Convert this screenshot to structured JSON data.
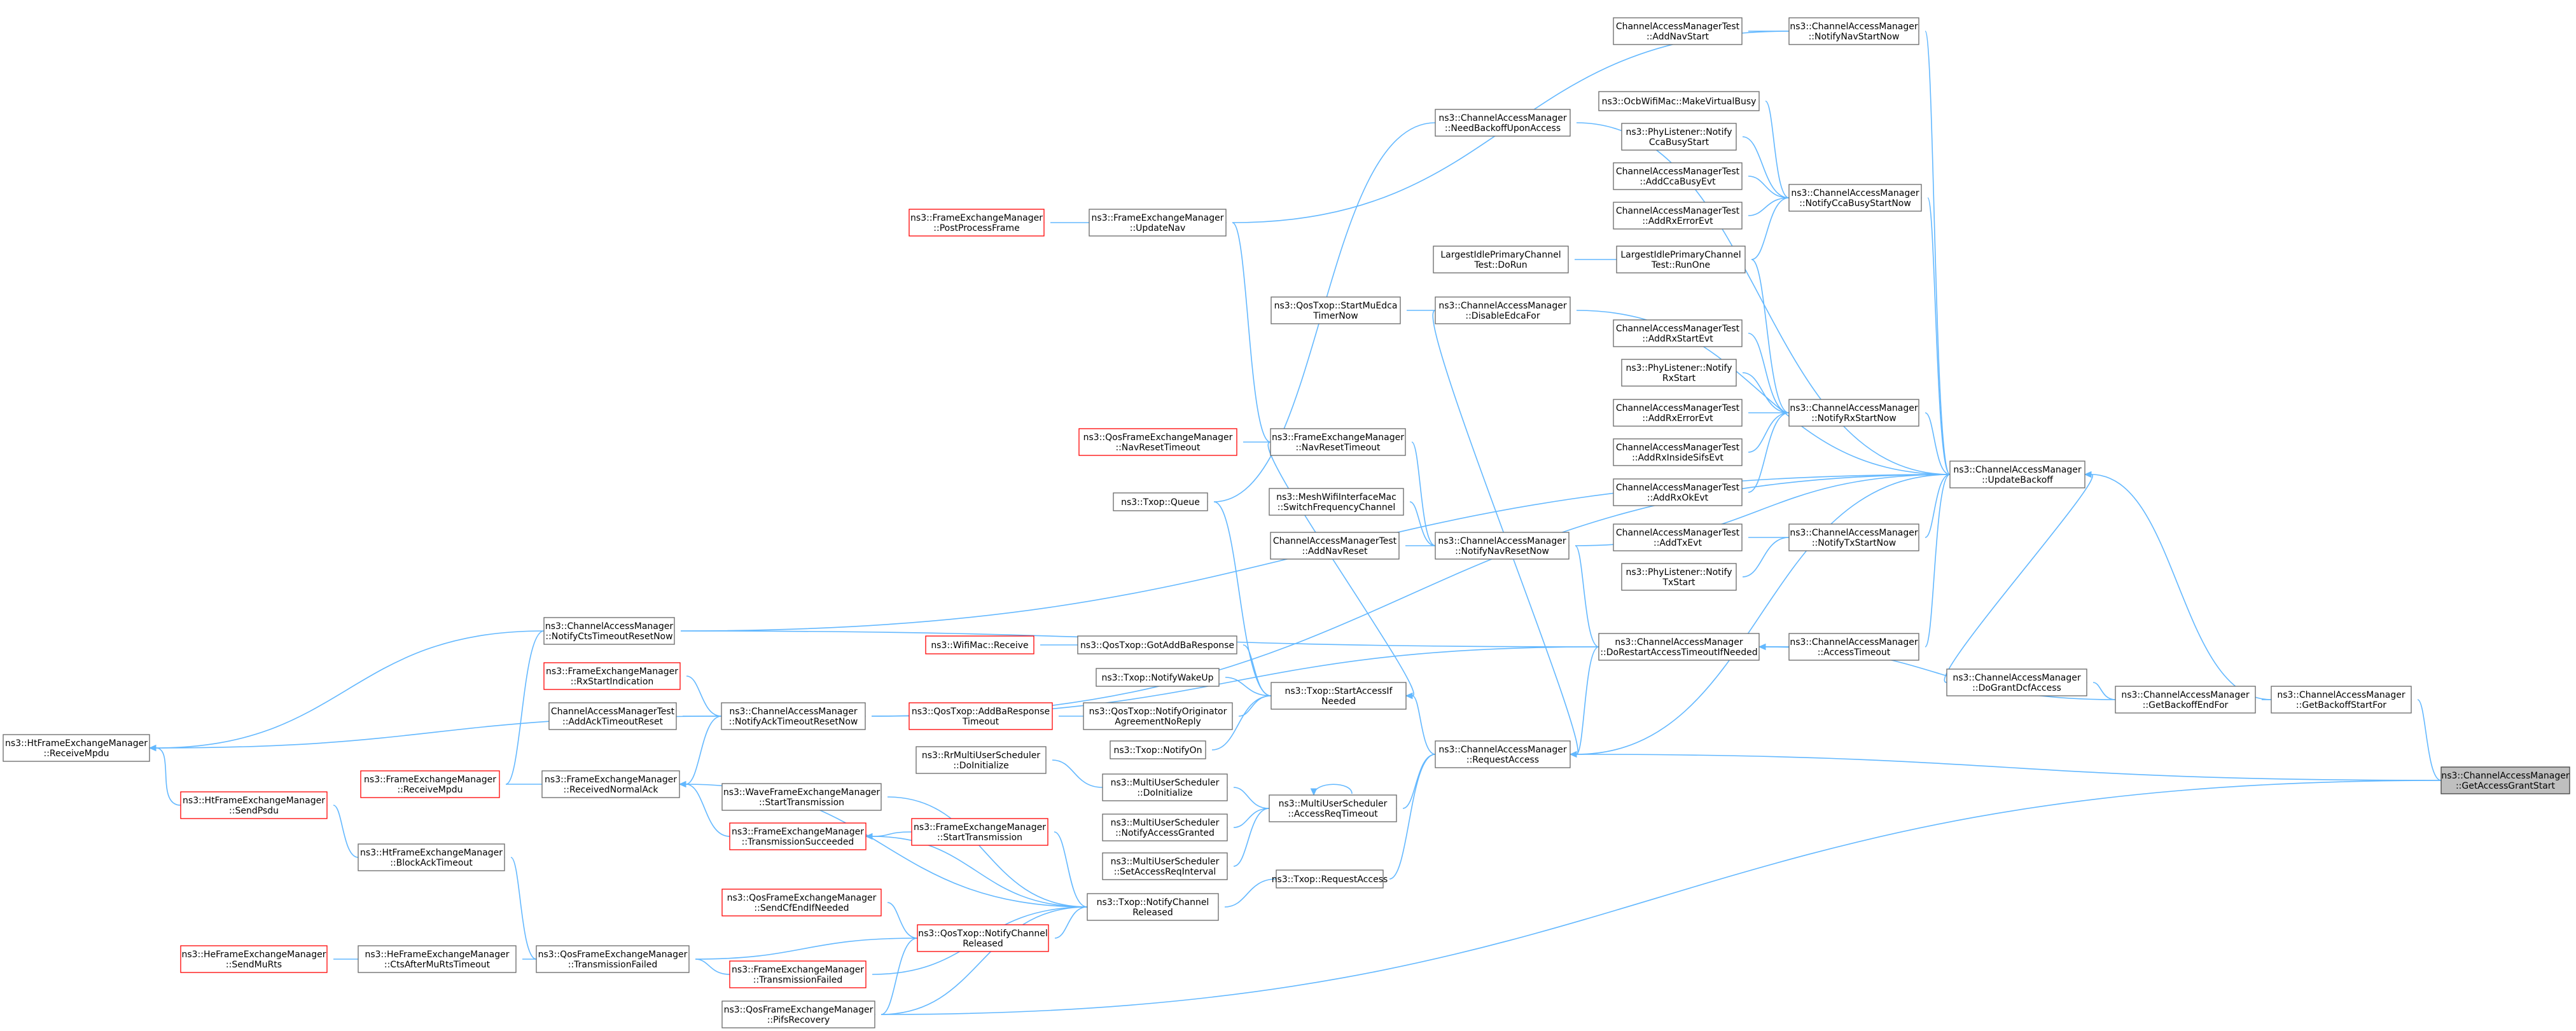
{
  "colors": {
    "edge": "#63b8ff",
    "node_border": "#666666",
    "node_fill": "#ffffff",
    "node_text": "#000000",
    "red_border": "#ff0000",
    "red_text": "#000000",
    "target_fill": "#bfbfbf",
    "target_border": "#404040"
  },
  "nodes": [
    {
      "id": "target",
      "lines": [
        "ns3::ChannelAccessManager",
        "::GetAccessGrantStart"
      ],
      "style": "target"
    },
    {
      "id": "gbsf",
      "lines": [
        "ns3::ChannelAccessManager",
        "::GetBackoffStartFor"
      ],
      "style": "normal"
    },
    {
      "id": "gbef",
      "lines": [
        "ns3::ChannelAccessManager",
        "::GetBackoffEndFor"
      ],
      "style": "normal"
    },
    {
      "id": "ub",
      "lines": [
        "ns3::ChannelAccessManager",
        "::UpdateBackoff"
      ],
      "style": "normal"
    },
    {
      "id": "nnsn",
      "lines": [
        "ns3::ChannelAccessManager",
        "::NotifyNavStartNow"
      ],
      "style": "normal"
    },
    {
      "id": "camt_ans",
      "lines": [
        "ChannelAccessManagerTest",
        "::AddNavStart"
      ],
      "style": "normal"
    },
    {
      "id": "nbua",
      "lines": [
        "ns3::ChannelAccessManager",
        "::NeedBackoffUponAccess"
      ],
      "style": "normal"
    },
    {
      "id": "ocb",
      "lines": [
        "ns3::OcbWifiMac::MakeVirtualBusy"
      ],
      "style": "normal"
    },
    {
      "id": "pl_ncbs",
      "lines": [
        "ns3::PhyListener::Notify",
        "CcaBusyStart"
      ],
      "style": "normal"
    },
    {
      "id": "ncbsn",
      "lines": [
        "ns3::ChannelAccessManager",
        "::NotifyCcaBusyStartNow"
      ],
      "style": "normal"
    },
    {
      "id": "camt_acbe",
      "lines": [
        "ChannelAccessManagerTest",
        "::AddCcaBusyEvt"
      ],
      "style": "normal"
    },
    {
      "id": "camt_aree",
      "lines": [
        "ChannelAccessManagerTest",
        "::AddRxErrorEvt"
      ],
      "style": "normal"
    },
    {
      "id": "fem_ppf",
      "lines": [
        "ns3::FrameExchangeManager",
        "::PostProcessFrame"
      ],
      "style": "red"
    },
    {
      "id": "fem_un",
      "lines": [
        "ns3::FrameExchangeManager",
        "::UpdateNav"
      ],
      "style": "normal"
    },
    {
      "id": "lid_dor",
      "lines": [
        "LargestIdlePrimaryChannel",
        "Test::DoRun"
      ],
      "style": "normal"
    },
    {
      "id": "lid_ro",
      "lines": [
        "LargestIdlePrimaryChannel",
        "Test::RunOne"
      ],
      "style": "normal"
    },
    {
      "id": "qtx_smu",
      "lines": [
        "ns3::QosTxop::StartMuEdca",
        "TimerNow"
      ],
      "style": "normal"
    },
    {
      "id": "def",
      "lines": [
        "ns3::ChannelAccessManager",
        "::DisableEdcaFor"
      ],
      "style": "normal"
    },
    {
      "id": "camt_arse",
      "lines": [
        "ChannelAccessManagerTest",
        "::AddRxStartEvt"
      ],
      "style": "normal"
    },
    {
      "id": "pl_nrs",
      "lines": [
        "ns3::PhyListener::Notify",
        "RxStart"
      ],
      "style": "normal"
    },
    {
      "id": "nrsn",
      "lines": [
        "ns3::ChannelAccessManager",
        "::NotifyRxStartNow"
      ],
      "style": "normal"
    },
    {
      "id": "camt_aree2",
      "lines": [
        "ChannelAccessManagerTest",
        "::AddRxErrorEvt"
      ],
      "style": "normal"
    },
    {
      "id": "camt_aris",
      "lines": [
        "ChannelAccessManagerTest",
        "::AddRxInsideSifsEvt"
      ],
      "style": "normal"
    },
    {
      "id": "camt_arok",
      "lines": [
        "ChannelAccessManagerTest",
        "::AddRxOkEvt"
      ],
      "style": "normal"
    },
    {
      "id": "qfem_nrt",
      "lines": [
        "ns3::QosFrameExchangeManager",
        "::NavResetTimeout"
      ],
      "style": "red"
    },
    {
      "id": "fem_nrt",
      "lines": [
        "ns3::FrameExchangeManager",
        "::NavResetTimeout"
      ],
      "style": "normal"
    },
    {
      "id": "txop_q",
      "lines": [
        "ns3::Txop::Queue"
      ],
      "style": "normal"
    },
    {
      "id": "mesh",
      "lines": [
        "ns3::MeshWifiInterfaceMac",
        "::SwitchFrequencyChannel"
      ],
      "style": "normal"
    },
    {
      "id": "camt_anr",
      "lines": [
        "ChannelAccessManagerTest",
        "::AddNavReset"
      ],
      "style": "normal"
    },
    {
      "id": "nnrn",
      "lines": [
        "ns3::ChannelAccessManager",
        "::NotifyNavResetNow"
      ],
      "style": "normal"
    },
    {
      "id": "camt_atx",
      "lines": [
        "ChannelAccessManagerTest",
        "::AddTxEvt"
      ],
      "style": "normal"
    },
    {
      "id": "ntsn",
      "lines": [
        "ns3::ChannelAccessManager",
        "::NotifyTxStartNow"
      ],
      "style": "normal"
    },
    {
      "id": "pl_nts",
      "lines": [
        "ns3::PhyListener::Notify",
        "TxStart"
      ],
      "style": "normal"
    },
    {
      "id": "nctrn",
      "lines": [
        "ns3::ChannelAccessManager",
        "::NotifyCtsTimeoutResetNow"
      ],
      "style": "normal"
    },
    {
      "id": "drat",
      "lines": [
        "ns3::ChannelAccessManager",
        "::DoRestartAccessTimeoutIfNeeded"
      ],
      "style": "normal"
    },
    {
      "id": "at",
      "lines": [
        "ns3::ChannelAccessManager",
        "::AccessTimeout"
      ],
      "style": "normal"
    },
    {
      "id": "wm_r",
      "lines": [
        "ns3::WifiMac::Receive"
      ],
      "style": "red"
    },
    {
      "id": "qtx_gaba",
      "lines": [
        "ns3::QosTxop::GotAddBaResponse"
      ],
      "style": "normal"
    },
    {
      "id": "fem_rxi",
      "lines": [
        "ns3::FrameExchangeManager",
        "::RxStartIndication"
      ],
      "style": "red"
    },
    {
      "id": "dgdxa",
      "lines": [
        "ns3::ChannelAccessManager",
        "::DoGrantDcfAccess"
      ],
      "style": "normal"
    },
    {
      "id": "txop_nwu",
      "lines": [
        "ns3::Txop::NotifyWakeUp"
      ],
      "style": "normal"
    },
    {
      "id": "txop_sain",
      "lines": [
        "ns3::Txop::StartAccessIf",
        "Needed"
      ],
      "style": "normal"
    },
    {
      "id": "camt_aatr",
      "lines": [
        "ChannelAccessManagerTest",
        "::AddAckTimeoutReset"
      ],
      "style": "normal"
    },
    {
      "id": "natrn",
      "lines": [
        "ns3::ChannelAccessManager",
        "::NotifyAckTimeoutResetNow"
      ],
      "style": "normal"
    },
    {
      "id": "qtx_aba",
      "lines": [
        "ns3::QosTxop::AddBaResponse",
        "Timeout"
      ],
      "style": "red"
    },
    {
      "id": "qtx_noa",
      "lines": [
        "ns3::QosTxop::NotifyOriginator",
        "AgreementNoReply"
      ],
      "style": "normal"
    },
    {
      "id": "hfem_rm",
      "lines": [
        "ns3::HtFrameExchangeManager",
        "::ReceiveMpdu"
      ],
      "style": "normal"
    },
    {
      "id": "txop_no",
      "lines": [
        "ns3::Txop::NotifyOn"
      ],
      "style": "normal"
    },
    {
      "id": "ra",
      "lines": [
        "ns3::ChannelAccessManager",
        "::RequestAccess"
      ],
      "style": "normal"
    },
    {
      "id": "rr_di",
      "lines": [
        "ns3::RrMultiUserScheduler",
        "::DoInitialize"
      ],
      "style": "normal"
    },
    {
      "id": "fem_rm",
      "lines": [
        "ns3::FrameExchangeManager",
        "::ReceiveMpdu"
      ],
      "style": "red"
    },
    {
      "id": "fem_rna",
      "lines": [
        "ns3::FrameExchangeManager",
        "::ReceivedNormalAck"
      ],
      "style": "normal"
    },
    {
      "id": "mus_di",
      "lines": [
        "ns3::MultiUserScheduler",
        "::DoInitialize"
      ],
      "style": "normal"
    },
    {
      "id": "wfem_st",
      "lines": [
        "ns3::WaveFrameExchangeManager",
        "::StartTransmission"
      ],
      "style": "normal"
    },
    {
      "id": "mus_art",
      "lines": [
        "ns3::MultiUserScheduler",
        "::AccessReqTimeout"
      ],
      "style": "normal"
    },
    {
      "id": "hfem_sp",
      "lines": [
        "ns3::HtFrameExchangeManager",
        "::SendPsdu"
      ],
      "style": "red"
    },
    {
      "id": "fem_ts",
      "lines": [
        "ns3::FrameExchangeManager",
        "::TransmissionSucceeded"
      ],
      "style": "red"
    },
    {
      "id": "fem_st",
      "lines": [
        "ns3::FrameExchangeManager",
        "::StartTransmission"
      ],
      "style": "red"
    },
    {
      "id": "mus_nag",
      "lines": [
        "ns3::MultiUserScheduler",
        "::NotifyAccessGranted"
      ],
      "style": "normal"
    },
    {
      "id": "hfem_bat",
      "lines": [
        "ns3::HtFrameExchangeManager",
        "::BlockAckTimeout"
      ],
      "style": "normal"
    },
    {
      "id": "mus_sari",
      "lines": [
        "ns3::MultiUserScheduler",
        "::SetAccessReqInterval"
      ],
      "style": "normal"
    },
    {
      "id": "txop_ra",
      "lines": [
        "ns3::Txop::RequestAccess"
      ],
      "style": "normal"
    },
    {
      "id": "qfem_scen",
      "lines": [
        "ns3::QosFrameExchangeManager",
        "::SendCfEndIfNeeded"
      ],
      "style": "red"
    },
    {
      "id": "txop_ncr",
      "lines": [
        "ns3::Txop::NotifyChannel",
        "Released"
      ],
      "style": "normal"
    },
    {
      "id": "qtx_ncr",
      "lines": [
        "ns3::QosTxop::NotifyChannel",
        "Released"
      ],
      "style": "red"
    },
    {
      "id": "hefem_smr",
      "lines": [
        "ns3::HeFrameExchangeManager",
        "::SendMuRts"
      ],
      "style": "red"
    },
    {
      "id": "hefem_ca",
      "lines": [
        "ns3::HeFrameExchangeManager",
        "::CtsAfterMuRtsTimeout"
      ],
      "style": "normal"
    },
    {
      "id": "qfem_tf",
      "lines": [
        "ns3::QosFrameExchangeManager",
        "::TransmissionFailed"
      ],
      "style": "normal"
    },
    {
      "id": "fem_tf",
      "lines": [
        "ns3::FrameExchangeManager",
        "::TransmissionFailed"
      ],
      "style": "red"
    },
    {
      "id": "qfem_pr",
      "lines": [
        "ns3::QosFrameExchangeManager",
        "::PifsRecovery"
      ],
      "style": "normal"
    }
  ],
  "edges": [
    [
      "gbsf",
      "target"
    ],
    [
      "gbef",
      "gbsf"
    ],
    [
      "ub",
      "gbsf"
    ],
    [
      "ra",
      "target"
    ],
    [
      "qfem_pr",
      "target"
    ],
    [
      "dgdxa",
      "gbef"
    ],
    [
      "drat",
      "gbef"
    ],
    [
      "nnsn",
      "ub"
    ],
    [
      "nbua",
      "ub"
    ],
    [
      "ncbsn",
      "ub"
    ],
    [
      "def",
      "ub"
    ],
    [
      "nrsn",
      "ub"
    ],
    [
      "ntsn",
      "ub"
    ],
    [
      "nnrn",
      "ub"
    ],
    [
      "nctrn",
      "ub"
    ],
    [
      "natrn",
      "ub"
    ],
    [
      "at",
      "ub"
    ],
    [
      "dgdxa",
      "ub"
    ],
    [
      "ra",
      "ub"
    ],
    [
      "camt_ans",
      "nnsn"
    ],
    [
      "fem_un",
      "nnsn"
    ],
    [
      "txop_q",
      "nbua"
    ],
    [
      "ocb",
      "ncbsn"
    ],
    [
      "pl_ncbs",
      "ncbsn"
    ],
    [
      "camt_acbe",
      "ncbsn"
    ],
    [
      "camt_aree",
      "ncbsn"
    ],
    [
      "lid_ro",
      "ncbsn"
    ],
    [
      "fem_ppf",
      "fem_un"
    ],
    [
      "lid_dor",
      "lid_ro"
    ],
    [
      "qtx_smu",
      "def"
    ],
    [
      "camt_arse",
      "nrsn"
    ],
    [
      "pl_nrs",
      "nrsn"
    ],
    [
      "camt_aree2",
      "nrsn"
    ],
    [
      "camt_aris",
      "nrsn"
    ],
    [
      "camt_arok",
      "nrsn"
    ],
    [
      "lid_ro",
      "nrsn"
    ],
    [
      "qfem_nrt",
      "fem_nrt"
    ],
    [
      "fem_un",
      "fem_nrt"
    ],
    [
      "fem_nrt",
      "nnrn"
    ],
    [
      "mesh",
      "nnrn"
    ],
    [
      "camt_anr",
      "nnrn"
    ],
    [
      "camt_atx",
      "ntsn"
    ],
    [
      "pl_nts",
      "ntsn"
    ],
    [
      "hfem_rm",
      "nctrn"
    ],
    [
      "fem_rm",
      "nctrn"
    ],
    [
      "nctrn",
      "drat"
    ],
    [
      "natrn",
      "drat"
    ],
    [
      "nnrn",
      "drat"
    ],
    [
      "at",
      "drat"
    ],
    [
      "drat",
      "at"
    ],
    [
      "ra",
      "drat"
    ],
    [
      "def",
      "ra"
    ],
    [
      "wm_r",
      "qtx_gaba"
    ],
    [
      "qtx_gaba",
      "txop_sain"
    ],
    [
      "txop_nwu",
      "txop_sain"
    ],
    [
      "qtx_noa",
      "txop_sain"
    ],
    [
      "txop_no",
      "txop_sain"
    ],
    [
      "txop_q",
      "txop_sain"
    ],
    [
      "fem_nrt",
      "txop_sain"
    ],
    [
      "txop_sain",
      "ra"
    ],
    [
      "qtx_aba",
      "qtx_noa"
    ],
    [
      "fem_rxi",
      "natrn"
    ],
    [
      "camt_aatr",
      "natrn"
    ],
    [
      "hfem_rm",
      "natrn"
    ],
    [
      "fem_rna",
      "natrn"
    ],
    [
      "fem_rm",
      "fem_rna"
    ],
    [
      "rr_di",
      "mus_di"
    ],
    [
      "mus_di",
      "mus_art"
    ],
    [
      "mus_nag",
      "mus_art"
    ],
    [
      "mus_sari",
      "mus_art"
    ],
    [
      "mus_art",
      "mus_art"
    ],
    [
      "mus_art",
      "ra"
    ],
    [
      "txop_ra",
      "ra"
    ],
    [
      "hfem_sp",
      "hfem_rm"
    ],
    [
      "hfem_sp",
      "hfem_bat"
    ],
    [
      "hfem_bat",
      "qfem_tf"
    ],
    [
      "fem_ts",
      "fem_rna"
    ],
    [
      "fem_st",
      "fem_ts"
    ],
    [
      "wfem_st",
      "txop_ncr"
    ],
    [
      "fem_ts",
      "txop_ncr"
    ],
    [
      "fem_st",
      "txop_ncr"
    ],
    [
      "qfem_scen",
      "qtx_ncr"
    ],
    [
      "qtx_ncr",
      "txop_ncr"
    ],
    [
      "qfem_tf",
      "qtx_ncr"
    ],
    [
      "fem_tf",
      "txop_ncr"
    ],
    [
      "qfem_pr",
      "txop_ncr"
    ],
    [
      "fem_rna",
      "txop_ncr"
    ],
    [
      "txop_ncr",
      "txop_ra"
    ],
    [
      "qfem_pr",
      "qtx_ncr"
    ],
    [
      "hefem_smr",
      "hefem_ca"
    ],
    [
      "hefem_ca",
      "qfem_tf"
    ],
    [
      "qfem_tf",
      "fem_tf"
    ]
  ]
}
